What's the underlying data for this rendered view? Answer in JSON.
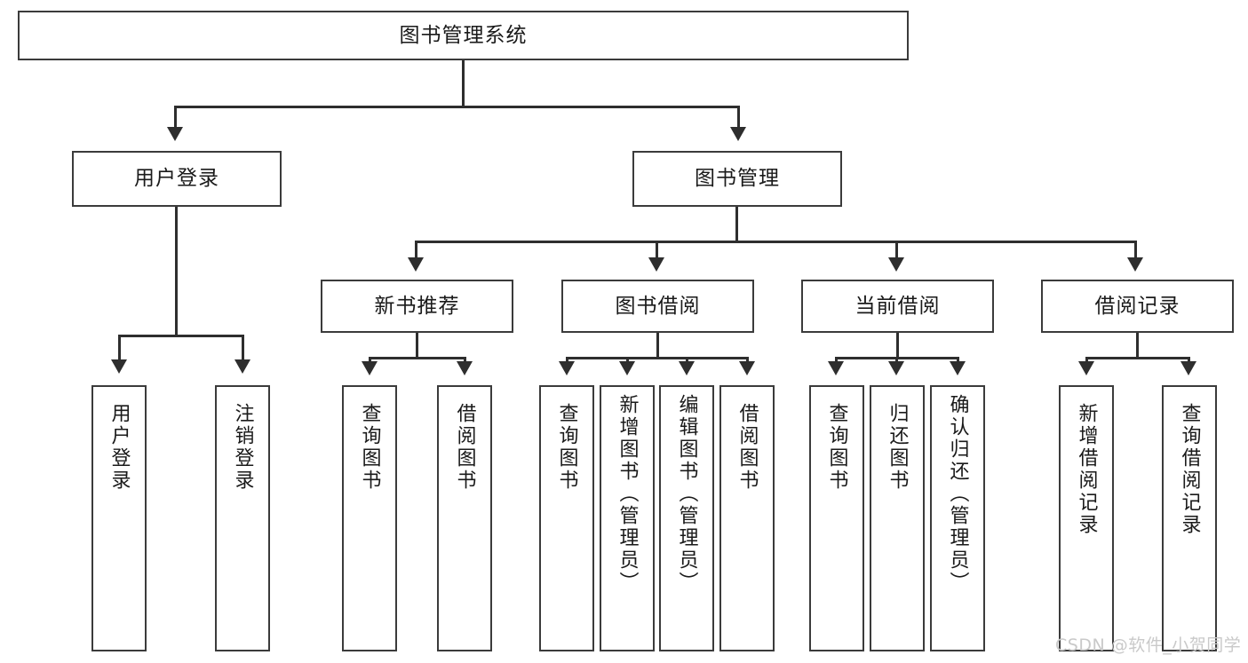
{
  "diagram": {
    "type": "tree-hierarchy",
    "title": "图书管理系统",
    "watermark": "CSDN @软件_小贺同学",
    "root": {
      "label": "图书管理系统"
    },
    "level2": [
      {
        "id": "user-login",
        "label": "用户登录"
      },
      {
        "id": "book-manage",
        "label": "图书管理"
      }
    ],
    "level3": [
      {
        "id": "new-book-recommend",
        "label": "新书推荐"
      },
      {
        "id": "book-borrow",
        "label": "图书借阅"
      },
      {
        "id": "current-borrow",
        "label": "当前借阅"
      },
      {
        "id": "borrow-record",
        "label": "借阅记录"
      }
    ],
    "leaves": {
      "user_login": [
        {
          "id": "leaf-user-login",
          "label": "用户登录"
        },
        {
          "id": "leaf-logout-login",
          "label": "注销登录"
        }
      ],
      "new_book_recommend": [
        {
          "id": "leaf-query-book-1",
          "label": "查询图书"
        },
        {
          "id": "leaf-borrow-book-1",
          "label": "借阅图书"
        }
      ],
      "book_borrow": [
        {
          "id": "leaf-query-book-2",
          "label": "查询图书"
        },
        {
          "id": "leaf-add-book",
          "label": "新增图书（管理员）"
        },
        {
          "id": "leaf-edit-book",
          "label": "编辑图书（管理员）"
        },
        {
          "id": "leaf-borrow-book-2",
          "label": "借阅图书"
        }
      ],
      "current_borrow": [
        {
          "id": "leaf-query-book-3",
          "label": "查询图书"
        },
        {
          "id": "leaf-return-book",
          "label": "归还图书"
        },
        {
          "id": "leaf-confirm-return",
          "label": "确认归还（管理员）"
        }
      ],
      "borrow_record": [
        {
          "id": "leaf-add-record",
          "label": "新增借阅记录"
        },
        {
          "id": "leaf-query-record",
          "label": "查询借阅记录"
        }
      ]
    },
    "colors": {
      "border": "#3b3b3b",
      "connector": "#2e2e2e",
      "text": "#1a1a1a",
      "background": "#ffffff",
      "watermark": "#c9c9c9"
    }
  }
}
